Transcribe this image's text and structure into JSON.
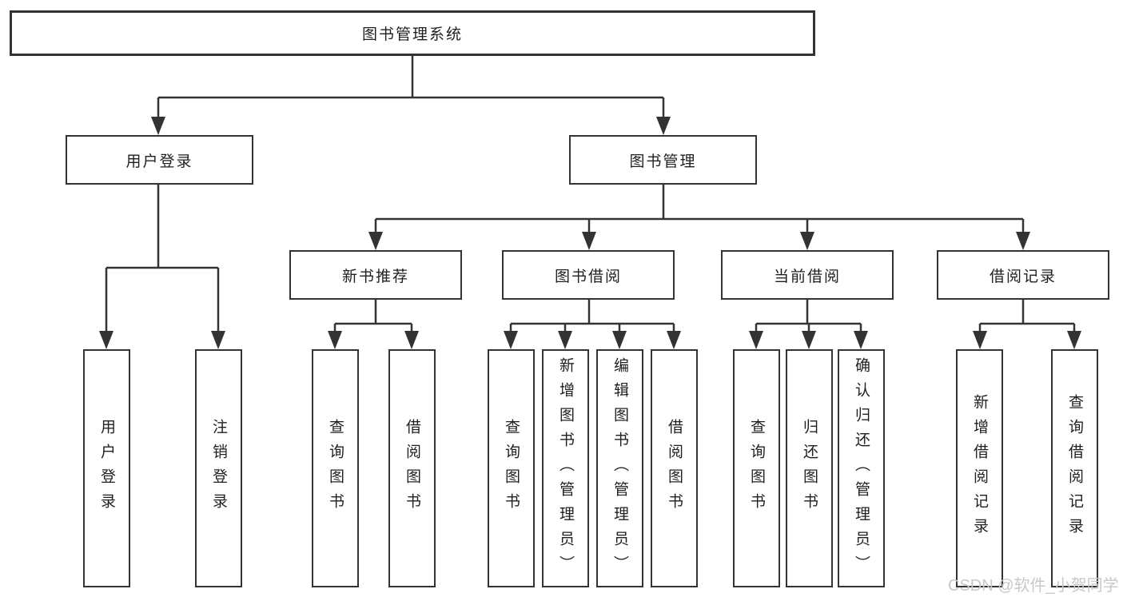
{
  "tree": {
    "label": "图书管理系统",
    "children": [
      {
        "label": "用户登录",
        "children": [
          {
            "label": "用户登录"
          },
          {
            "label": "注销登录"
          }
        ]
      },
      {
        "label": "图书管理",
        "children": [
          {
            "label": "新书推荐",
            "children": [
              {
                "label": "查询图书"
              },
              {
                "label": "借阅图书"
              }
            ]
          },
          {
            "label": "图书借阅",
            "children": [
              {
                "label": "查询图书"
              },
              {
                "label": "新增图书（管理员）"
              },
              {
                "label": "编辑图书（管理员）"
              },
              {
                "label": "借阅图书"
              }
            ]
          },
          {
            "label": "当前借阅",
            "children": [
              {
                "label": "查询图书"
              },
              {
                "label": "归还图书"
              },
              {
                "label": "确认归还（管理员）"
              }
            ]
          },
          {
            "label": "借阅记录",
            "children": [
              {
                "label": "新增借阅记录"
              },
              {
                "label": "查询借阅记录"
              }
            ]
          }
        ]
      }
    ]
  },
  "watermark": {
    "text": "CSDN @软件_小贺同学"
  },
  "colors": {
    "line": "#333333",
    "text": "#1f1f1f",
    "background": "#ffffff",
    "watermark": "#c8c8c8"
  }
}
